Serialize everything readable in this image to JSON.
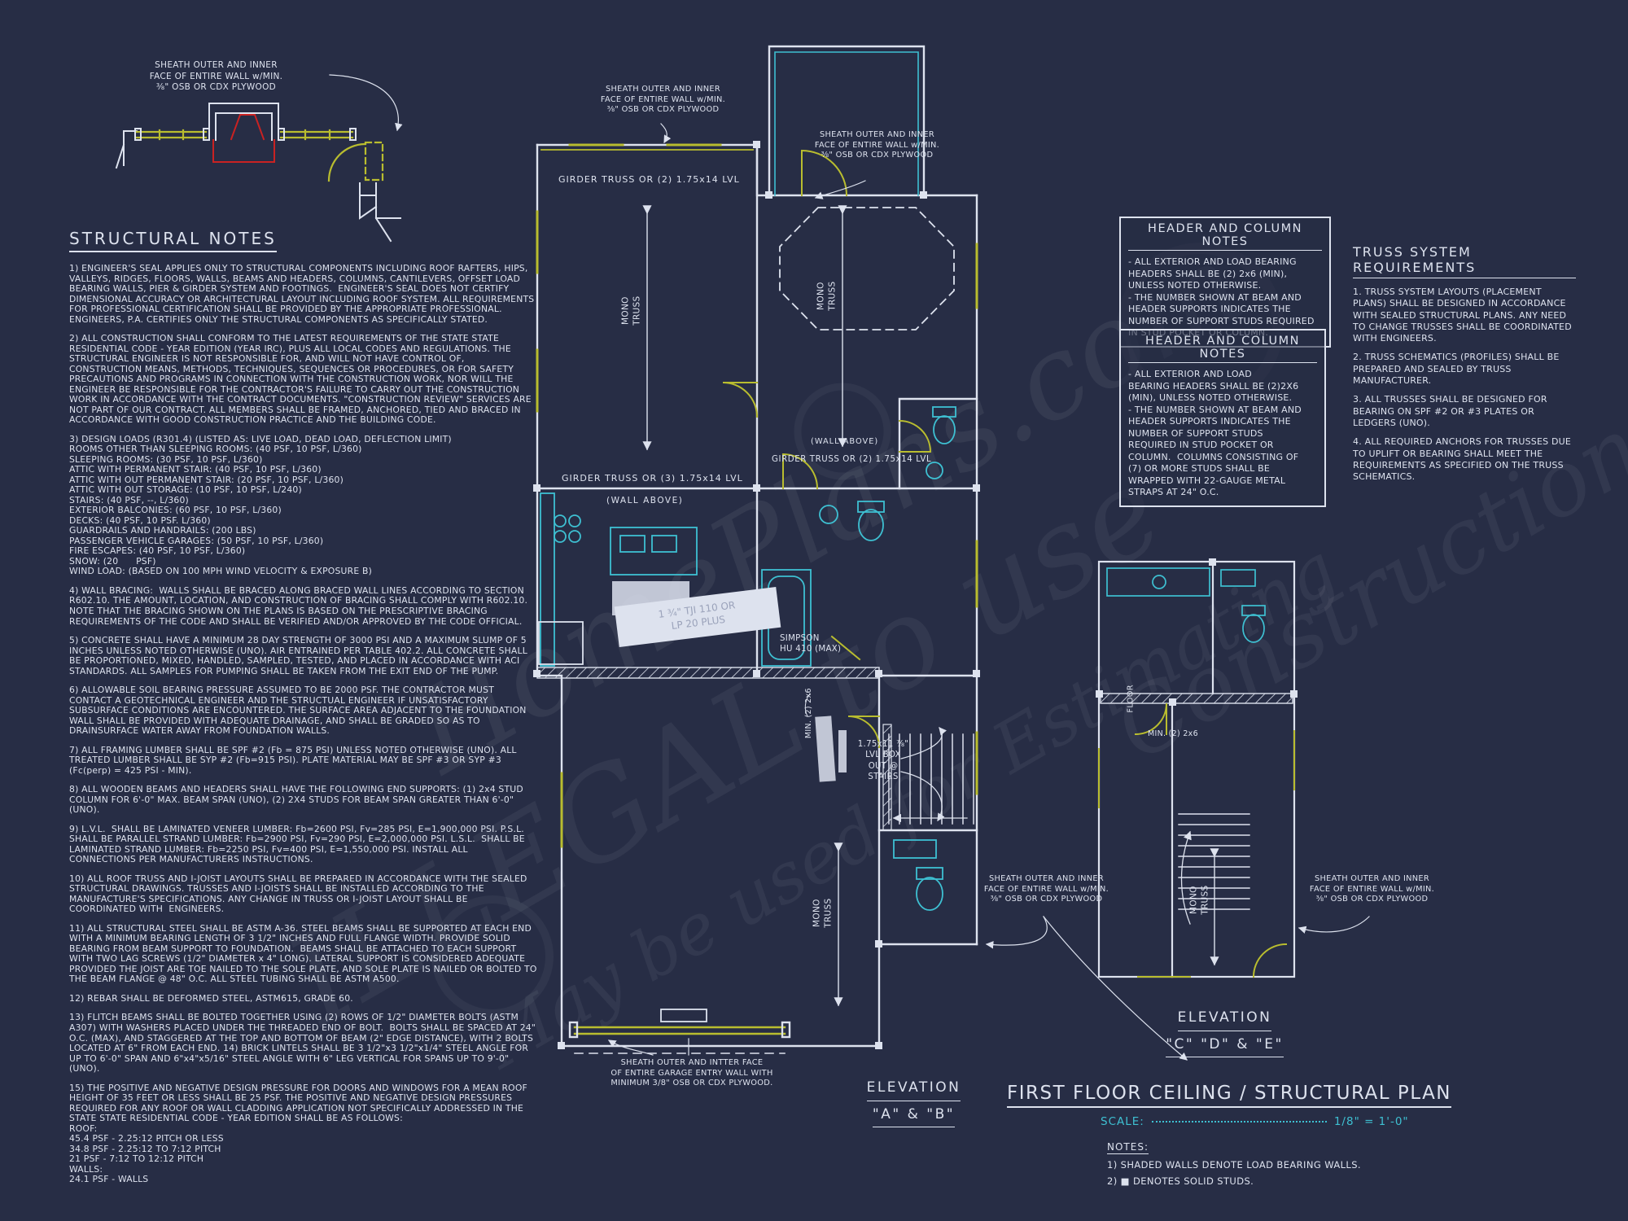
{
  "colors": {
    "background": "#272d45",
    "line": "#dde2ee",
    "accent_yellow": "#b9bd2f",
    "accent_cyan": "#3ec0d2",
    "accent_red": "#c92222"
  },
  "structural_notes": {
    "title": "STRUCTURAL NOTES",
    "items": [
      "1) ENGINEER'S SEAL APPLIES ONLY TO STRUCTURAL COMPONENTS INCLUDING ROOF RAFTERS, HIPS, VALLEYS, RIDGES, FLOORS, WALLS, BEAMS AND HEADERS, COLUMNS, CANTILEVERS, OFFSET LOAD BEARING WALLS, PIER & GIRDER SYSTEM AND FOOTINGS.  ENGINEER'S SEAL DOES NOT CERTIFY DIMENSIONAL ACCURACY OR ARCHITECTURAL LAYOUT INCLUDING ROOF SYSTEM. ALL REQUIREMENTS FOR PROFESSIONAL CERTIFICATION SHALL BE PROVIDED BY THE APPROPRIATE PROFESSIONAL. ENGINEERS, P.A. CERTIFIES ONLY THE STRUCTURAL COMPONENTS AS SPECIFICALLY STATED.",
      "2) ALL CONSTRUCTION SHALL CONFORM TO THE LATEST REQUIREMENTS OF THE STATE STATE RESIDENTIAL CODE - YEAR EDITION (YEAR IRC), PLUS ALL LOCAL CODES AND REGULATIONS. THE STRUCTURAL ENGINEER IS NOT RESPONSIBLE FOR, AND WILL NOT HAVE CONTROL OF, CONSTRUCTION MEANS, METHODS, TECHNIQUES, SEQUENCES OR PROCEDURES, OR FOR SAFETY PRECAUTIONS AND PROGRAMS IN CONNECTION WITH THE CONSTRUCTION WORK, NOR WILL THE ENGINEER BE RESPONSIBLE FOR THE CONTRACTOR'S FAILURE TO CARRY OUT THE CONSTRUCTION WORK IN ACCORDANCE WITH THE CONTRACT DOCUMENTS. \"CONSTRUCTION REVIEW\" SERVICES ARE NOT PART OF OUR CONTRACT. ALL MEMBERS SHALL BE FRAMED, ANCHORED, TIED AND BRACED IN ACCORDANCE WITH GOOD CONSTRUCTION PRACTICE AND THE BUILDING CODE.",
      "3) DESIGN LOADS (R301.4) (LISTED AS: LIVE LOAD, DEAD LOAD, DEFLECTION LIMIT)\nROOMS OTHER THAN SLEEPING ROOMS: (40 PSF, 10 PSF, L/360)\nSLEEPING ROOMS: (30 PSF, 10 PSF, L/360)\nATTIC WITH PERMANENT STAIR: (40 PSF, 10 PSF, L/360)\nATTIC WITH OUT PERMANENT STAIR: (20 PSF, 10 PSF, L/360)\nATTIC WITH OUT STORAGE: (10 PSF, 10 PSF, L/240)\nSTAIRS: (40 PSF, --, L/360)\nEXTERIOR BALCONIES: (60 PSF, 10 PSF, L/360)\nDECKS: (40 PSF, 10 PSF. L/360)\nGUARDRAILS AND HANDRAILS: (200 LBS)\nPASSENGER VEHICLE GARAGES: (50 PSF, 10 PSF, L/360)\nFIRE ESCAPES: (40 PSF, 10 PSF, L/360)\nSNOW: (20      PSF)\nWIND LOAD: (BASED ON 100 MPH WIND VELOCITY & EXPOSURE B)",
      "4) WALL BRACING:  WALLS SHALL BE BRACED ALONG BRACED WALL LINES ACCORDING TO SECTION R602.10. THE AMOUNT, LOCATION, AND CONSTRUCTION OF BRACING SHALL COMPLY WITH R602.10. NOTE THAT THE BRACING SHOWN ON THE PLANS IS BASED ON THE PRESCRIPTIVE BRACING REQUIREMENTS OF THE CODE AND SHALL BE VERIFIED AND/OR APPROVED BY THE CODE OFFICIAL.",
      "5) CONCRETE SHALL HAVE A MINIMUM 28 DAY STRENGTH OF 3000 PSI AND A MAXIMUM SLUMP OF 5 INCHES UNLESS NOTED OTHERWISE (UNO). AIR ENTRAINED PER TABLE 402.2. ALL CONCRETE SHALL BE PROPORTIONED, MIXED, HANDLED, SAMPLED, TESTED, AND PLACED IN ACCORDANCE WITH ACI STANDARDS. ALL SAMPLES FOR PUMPING SHALL BE TAKEN FROM THE EXIT END OF THE PUMP.",
      "6) ALLOWABLE SOIL BEARING PRESSURE ASSUMED TO BE 2000 PSF. THE CONTRACTOR MUST CONTACT A GEOTECHNICAL ENGINEER AND THE STRUCTUAL ENGINEER IF UNSATISFACTORY SUBSURFACE CONDITIONS ARE ENCOUNTERED. THE SURFACE AREA ADJACENT TO THE FOUNDATION WALL SHALL BE PROVIDED WITH ADEQUATE DRAINAGE, AND SHALL BE GRADED SO AS TO DRAINSURFACE WATER AWAY FROM FOUNDATION WALLS.",
      "7) ALL FRAMING LUMBER SHALL BE SPF #2 (Fb = 875 PSI) UNLESS NOTED OTHERWISE (UNO). ALL TREATED LUMBER SHALL BE SYP #2 (Fb=915 PSI). PLATE MATERIAL MAY BE SPF #3 OR SYP #3 (Fc(perp) = 425 PSI - MIN).",
      "8) ALL WOODEN BEAMS AND HEADERS SHALL HAVE THE FOLLOWING END SUPPORTS: (1) 2x4 STUD COLUMN FOR 6'-0\" MAX. BEAM SPAN (UNO), (2) 2X4 STUDS FOR BEAM SPAN GREATER THAN 6'-0\" (UNO).",
      "9) L.V.L.  SHALL BE LAMINATED VENEER LUMBER: Fb=2600 PSI, Fv=285 PSI, E=1,900,000 PSI. P.S.L. SHALL BE PARALLEL STRAND LUMBER: Fb=2900 PSI, Fv=290 PSI, E=2,000,000 PSI. L.S.L.  SHALL BE LAMINATED STRAND LUMBER: Fb=2250 PSI, Fv=400 PSI, E=1,550,000 PSI. INSTALL ALL CONNECTIONS PER MANUFACTURERS INSTRUCTIONS.",
      "10) ALL ROOF TRUSS AND I-JOIST LAYOUTS SHALL BE PREPARED IN ACCORDANCE WITH THE SEALED STRUCTURAL DRAWINGS. TRUSSES AND I-JOISTS SHALL BE INSTALLED ACCORDING TO THE MANUFACTURE'S SPECIFICATIONS. ANY CHANGE IN TRUSS OR I-JOIST LAYOUT SHALL BE COORDINATED WITH  ENGINEERS.",
      "11) ALL STRUCTURAL STEEL SHALL BE ASTM A-36. STEEL BEAMS SHALL BE SUPPORTED AT EACH END WITH A MINIMUM BEARING LENGTH OF 3 1/2\" INCHES AND FULL FLANGE WIDTH. PROVIDE SOLID BEARING FROM BEAM SUPPORT TO FOUNDATION.  BEAMS SHALL BE ATTACHED TO EACH SUPPORT WITH TWO LAG SCREWS (1/2\" DIAMETER x 4\" LONG). LATERAL SUPPORT IS CONSIDERED ADEQUATE PROVIDED THE JOIST ARE TOE NAILED TO THE SOLE PLATE, AND SOLE PLATE IS NAILED OR BOLTED TO THE BEAM FLANGE @ 48\" O.C. ALL STEEL TUBING SHALL BE ASTM A500.",
      "12) REBAR SHALL BE DEFORMED STEEL, ASTM615, GRADE 60.",
      "13) FLITCH BEAMS SHALL BE BOLTED TOGETHER USING (2) ROWS OF 1/2\" DIAMETER BOLTS (ASTM A307) WITH WASHERS PLACED UNDER THE THREADED END OF BOLT.  BOLTS SHALL BE SPACED AT 24\" O.C. (MAX), AND STAGGERED AT THE TOP AND BOTTOM OF BEAM (2\" EDGE DISTANCE), WITH 2 BOLTS LOCATED AT 6\" FROM EACH END. 14) BRICK LINTELS SHALL BE 3 1/2\"x3 1/2\"x1/4\" STEEL ANGLE FOR UP TO 6'-0\" SPAN AND 6\"x4\"x5/16\" STEEL ANGLE WITH 6\" LEG VERTICAL FOR SPANS UP TO 9'-0\" (UNO).",
      "15) THE POSITIVE AND NEGATIVE DESIGN PRESSURE FOR DOORS AND WINDOWS FOR A MEAN ROOF HEIGHT OF 35 FEET OR LESS SHALL BE 25 PSF. THE POSITIVE AND NEGATIVE DESIGN PRESSURES REQUIRED FOR ANY ROOF OR WALL CLADDING APPLICATION NOT SPECIFICALLY ADDRESSED IN THE STATE STATE RESIDENTIAL CODE - YEAR EDITION SHALL BE AS FOLLOWS:\nROOF:\n45.4 PSF - 2.25:12 PITCH OR LESS\n34.8 PSF - 2.25:12 TO 7:12 PITCH\n21 PSF - 7:12 TO 12:12 PITCH\nWALLS:\n24.1 PSF - WALLS"
    ]
  },
  "header_column_notes_1": {
    "title": "HEADER AND COLUMN NOTES",
    "body": "- ALL EXTERIOR AND LOAD BEARING\nHEADERS SHALL BE (2) 2x6 (MIN),\nUNLESS NOTED OTHERWISE.\n- THE NUMBER SHOWN AT BEAM AND\nHEADER SUPPORTS INDICATES THE\nNUMBER OF SUPPORT STUDS REQUIRED\nIN STUD POCKET OR COLUMN."
  },
  "header_column_notes_2": {
    "title": "HEADER AND COLUMN NOTES",
    "body": "- ALL EXTERIOR AND LOAD\nBEARING HEADERS SHALL BE (2)2X6\n(MIN), UNLESS NOTED OTHERWISE.\n- THE NUMBER SHOWN AT BEAM AND\nHEADER SUPPORTS INDICATES THE\nNUMBER OF SUPPORT STUDS\nREQUIRED IN STUD POCKET OR\nCOLUMN.  COLUMNS CONSISTING OF\n(7) OR MORE STUDS SHALL BE\nWRAPPED WITH 22-GAUGE METAL\nSTRAPS AT 24\" O.C."
  },
  "truss_requirements": {
    "title": "TRUSS SYSTEM REQUIREMENTS",
    "items": [
      "1. TRUSS SYSTEM LAYOUTS (PLACEMENT PLANS) SHALL BE DESIGNED IN ACCORDANCE WITH SEALED STRUCTURAL PLANS. ANY NEED TO CHANGE TRUSSES SHALL BE COORDINATED WITH ENGINEERS.",
      "2. TRUSS SCHEMATICS (PROFILES) SHALL BE PREPARED AND SEALED BY TRUSS MANUFACTURER.",
      "3. ALL TRUSSES SHALL BE DESIGNED FOR BEARING ON SPF #2 OR #3 PLATES OR LEDGERS (UNO).",
      "4. ALL REQUIRED ANCHORS FOR TRUSSES DUE TO UPLIFT OR BEARING SHALL MEET THE REQUIREMENTS AS SPECIFIED ON THE TRUSS SCHEMATICS."
    ]
  },
  "plan_labels": {
    "sheath_wall": "SHEATH OUTER AND INNER\nFACE OF ENTIRE WALL w/MIN.\n⅜\" OSB OR CDX PLYWOOD",
    "sheath_garage": "SHEATH OUTER AND INTTER FACE\nOF ENTIRE GARAGE ENTRY WALL WITH\nMINIMUM 3/8\" OSB OR CDX PLYWOOD.",
    "girder_2lvl": "GIRDER TRUSS OR (2) 1.75x14 LVL",
    "girder_3lvl": "GIRDER TRUSS OR (3) 1.75x14 LVL",
    "wall_above": "(WALL ABOVE)",
    "mono_truss": "MONO\nTRUSS",
    "simpson": "SIMPSON\nHU 410 (MAX)",
    "lvl_box": "1.75x11 ⅞\"\nLVL BOX\nOUT @\nSTAIRS",
    "min_2x6": "MIN. (2) 2x6",
    "floor": "FLOOR",
    "tji_callout": "1 ¾\" TJI 110 OR\nLP 20 PLUS"
  },
  "title_block": {
    "elevation_ab_line1": "ELEVATION",
    "elevation_ab_line2": "\"A\" & \"B\"",
    "elevation_cde_line1": "ELEVATION",
    "elevation_cde_line2": "\"C\" \"D\" & \"E\"",
    "main_title": "FIRST FLOOR CEILING / STRUCTURAL PLAN",
    "scale_label": "SCALE:",
    "scale_value": "1/8\" = 1'-0\"",
    "notes_heading": "NOTES:",
    "plan_notes": [
      "1) SHADED WALLS DENOTE LOAD BEARING WALLS.",
      "2)  ■  DENOTES SOLID STUDS."
    ]
  },
  "watermark": {
    "lines": [
      "HomePlans.com",
      "ILLEGAL to use",
      "May be used for Estimating",
      "Construction"
    ]
  }
}
